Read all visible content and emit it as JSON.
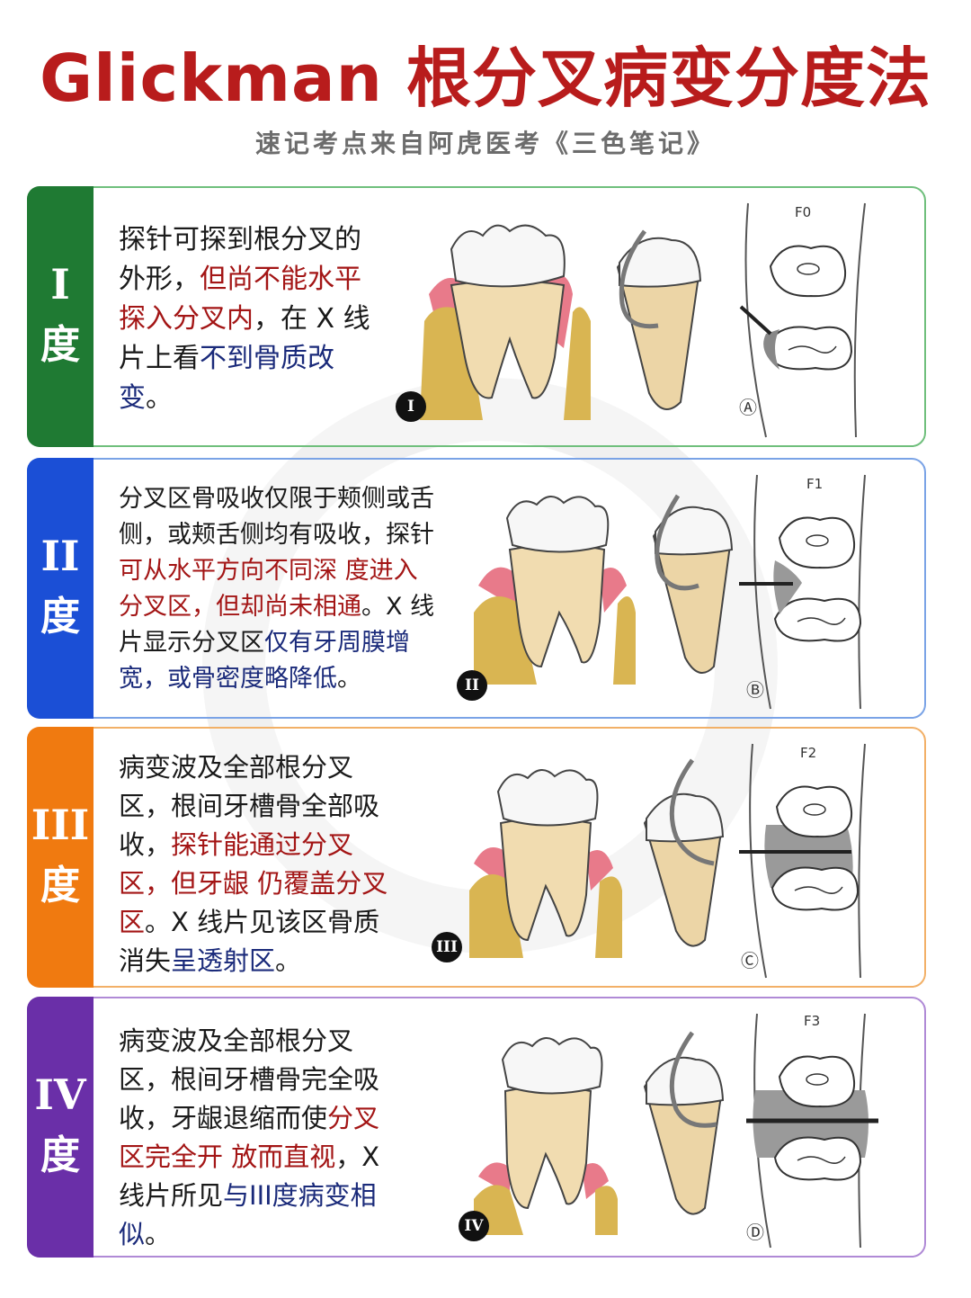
{
  "header": {
    "title": "Glickman 根分叉病变分度法",
    "subtitle": "速记考点来自阿虎医考《三色笔记》"
  },
  "colors": {
    "grade1": "#1f7a33",
    "grade2": "#1b4fd6",
    "grade3": "#f07a10",
    "grade4": "#6a2fa8",
    "red_text": "#a31515",
    "blue_text": "#1a2a7a"
  },
  "grades": [
    {
      "roman": "I",
      "deg": "度",
      "badge": "I",
      "xray_label": "F0",
      "xray_letter": "Ⓐ",
      "desc": [
        [
          {
            "t": "探针可探到根分叉的",
            "c": ""
          }
        ],
        [
          {
            "t": "外形，",
            "c": ""
          },
          {
            "t": "但尚不能水平",
            "c": "red"
          }
        ],
        [
          {
            "t": "探入分叉内",
            "c": "red"
          },
          {
            "t": "，在 X 线",
            "c": ""
          }
        ],
        [
          {
            "t": "片上看",
            "c": ""
          },
          {
            "t": "不到骨质改",
            "c": "blue"
          }
        ],
        [
          {
            "t": "变",
            "c": "blue"
          },
          {
            "t": "。",
            "c": ""
          }
        ]
      ]
    },
    {
      "roman": "II",
      "deg": "度",
      "badge": "II",
      "xray_label": "F1",
      "xray_letter": "Ⓑ",
      "desc": [
        [
          {
            "t": "分叉区骨吸收仅限于颊侧或舌",
            "c": ""
          }
        ],
        [
          {
            "t": "侧，或颊舌侧均有吸收，探针",
            "c": ""
          }
        ],
        [
          {
            "t": "可从水平方向不同深 度进入",
            "c": "red"
          }
        ],
        [
          {
            "t": "分叉区，但却尚未相通",
            "c": "red"
          },
          {
            "t": "。X 线",
            "c": ""
          }
        ],
        [
          {
            "t": "片显示分叉区",
            "c": ""
          },
          {
            "t": "仅有牙周膜增",
            "c": "blue"
          }
        ],
        [
          {
            "t": "宽，或骨密度略降低",
            "c": "blue"
          },
          {
            "t": "。",
            "c": ""
          }
        ]
      ]
    },
    {
      "roman": "III",
      "deg": "度",
      "badge": "III",
      "xray_label": "F2",
      "xray_letter": "Ⓒ",
      "desc": [
        [
          {
            "t": "病变波及全部根分叉",
            "c": ""
          }
        ],
        [
          {
            "t": "区，根间牙槽骨全部吸",
            "c": ""
          }
        ],
        [
          {
            "t": "收，",
            "c": ""
          },
          {
            "t": "探针能通过分叉",
            "c": "red"
          }
        ],
        [
          {
            "t": "区，但牙龈 仍覆盖分叉",
            "c": "red"
          }
        ],
        [
          {
            "t": "区",
            "c": "red"
          },
          {
            "t": "。X 线片见该区骨质",
            "c": ""
          }
        ],
        [
          {
            "t": "消失",
            "c": ""
          },
          {
            "t": "呈透射区",
            "c": "blue"
          },
          {
            "t": "。",
            "c": ""
          }
        ]
      ]
    },
    {
      "roman": "IV",
      "deg": "度",
      "badge": "IV",
      "xray_label": "F3",
      "xray_letter": "Ⓓ",
      "desc": [
        [
          {
            "t": "病变波及全部根分叉",
            "c": ""
          }
        ],
        [
          {
            "t": "区，根间牙槽骨完全吸",
            "c": ""
          }
        ],
        [
          {
            "t": "收，牙龈退缩而使",
            "c": ""
          },
          {
            "t": "分叉",
            "c": "red"
          }
        ],
        [
          {
            "t": "区完全开 放而直视",
            "c": "red"
          },
          {
            "t": "，X",
            "c": ""
          }
        ],
        [
          {
            "t": "线片所见",
            "c": ""
          },
          {
            "t": "与III度病变相",
            "c": "blue"
          }
        ],
        [
          {
            "t": "似",
            "c": "blue"
          },
          {
            "t": "。",
            "c": ""
          }
        ]
      ]
    }
  ]
}
